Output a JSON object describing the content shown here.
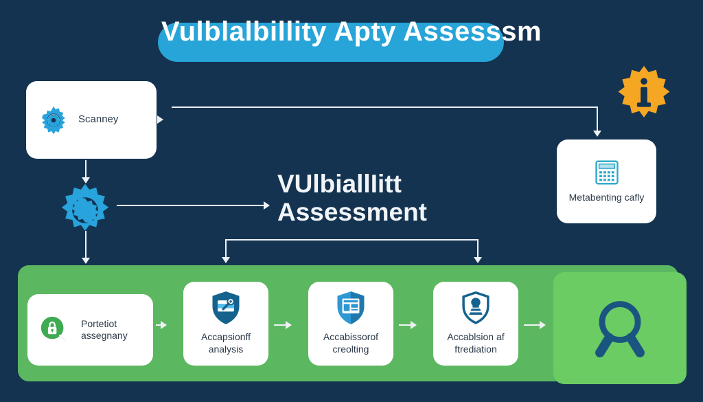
{
  "header": {
    "title": "Vulblalbillity Apty Assesssm",
    "pill_color": "#27a4d8"
  },
  "center": {
    "line1": "VUlbiallIitt",
    "line2": "Assessment"
  },
  "nodes": {
    "scanner": {
      "label": "Scanney",
      "icon": "gear-icon",
      "icon_color": "#29a3db"
    },
    "metabenting": {
      "label": "Metabenting cafly",
      "icon": "calculator-icon",
      "icon_color": "#2aa8c9"
    },
    "info_gear": {
      "icon": "info-gear-icon",
      "color": "#f5a623"
    },
    "center_gear": {
      "icon": "gear-icon",
      "color": "#29a3db"
    },
    "magnifier": {
      "icon": "magnifier-icon",
      "color": "#1a5580"
    }
  },
  "process": {
    "panel_color": "#5cb860",
    "panel_highlight_color": "#6bcc63",
    "steps": [
      {
        "label": "Portetiot assegnany",
        "icon": "lock-search-icon",
        "icon_color": "#3faa52"
      },
      {
        "label": "Accapsionff analysis",
        "icon": "shield-search-icon",
        "icon_color": "#15628f"
      },
      {
        "label": "Accabissorof creolting",
        "icon": "shield-report-icon",
        "icon_color": "#2e97d4"
      },
      {
        "label": "Accablsion af ftrediation",
        "icon": "shield-lock-icon",
        "icon_color": "#15628f"
      }
    ]
  },
  "theme": {
    "background": "#143350",
    "connector_color": "#eef2f5",
    "card_background": "#ffffff",
    "card_text": "#2b3a4a"
  }
}
